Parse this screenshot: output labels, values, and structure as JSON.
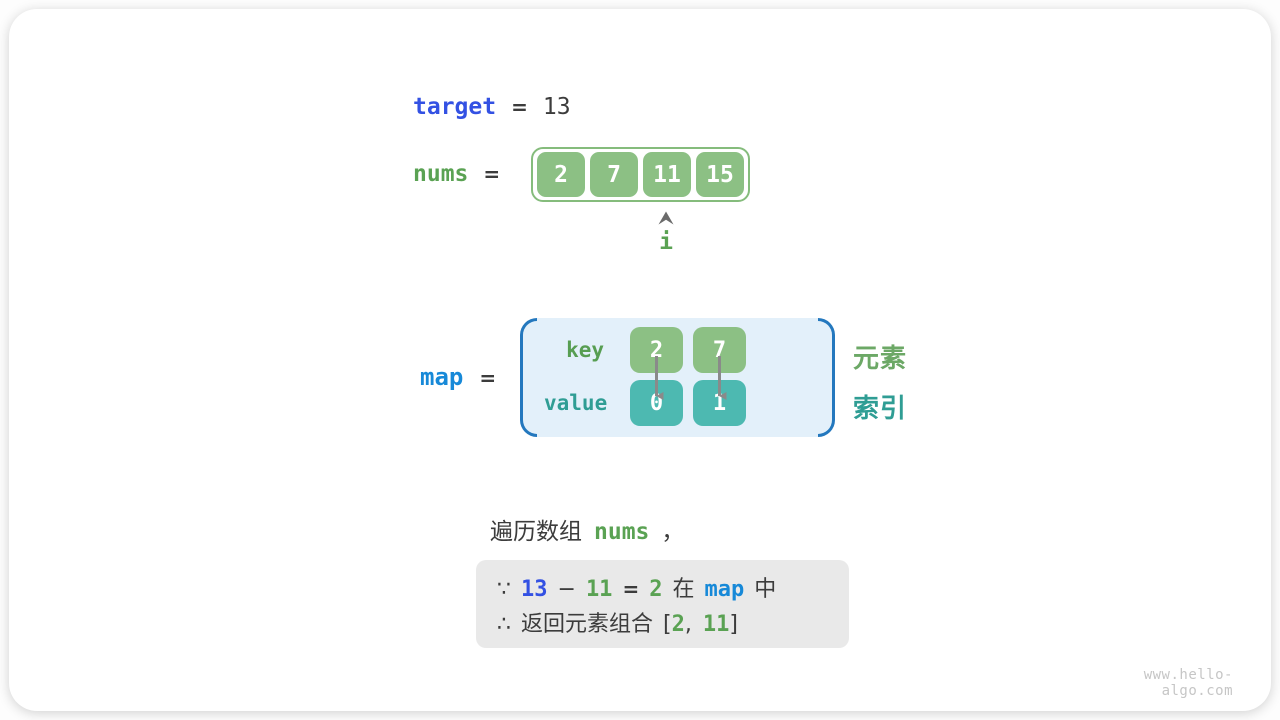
{
  "colors": {
    "royal_blue": "#3351e3",
    "azure_blue": "#1789d8",
    "green_text": "#5aa253",
    "teal_text": "#2f9d94",
    "cell_green": "#8cc084",
    "cell_teal": "#4db9b1",
    "map_box_fill": "#e3f0fa",
    "map_paren_blue": "#2478be",
    "conclusion_box_gray": "#e9e9e9",
    "dark_text": "#3c3c3c"
  },
  "target_line": {
    "var": "target",
    "eq": "=",
    "value": "13"
  },
  "nums_line": {
    "var": "nums",
    "eq": "="
  },
  "nums": {
    "cells": [
      "2",
      "7",
      "11",
      "15"
    ],
    "pointer_label": "i",
    "pointer_index": 2
  },
  "map_line": {
    "var": "map",
    "eq": "="
  },
  "map": {
    "key_label": "key",
    "value_label": "value",
    "keys": [
      "2",
      "7"
    ],
    "values": [
      "0",
      "1"
    ]
  },
  "side_labels": {
    "element": "元素",
    "index": "索引"
  },
  "traverse_line": {
    "prefix": "遍历数组",
    "var": "nums",
    "comma": "，"
  },
  "conclusion": {
    "line1": {
      "because": "∵",
      "minuend": "13",
      "minus": "−",
      "subtrahend": "11",
      "eq": "=",
      "diff": "2",
      "in": "在",
      "map_var": "map",
      "zhong": "中"
    },
    "line2": {
      "therefore": "∴",
      "text": "返回元素组合",
      "lbracket": "[",
      "a": "2",
      "comma": ",",
      "b": "11",
      "rbracket": "]"
    }
  },
  "watermark": "www.hello-algo.com"
}
